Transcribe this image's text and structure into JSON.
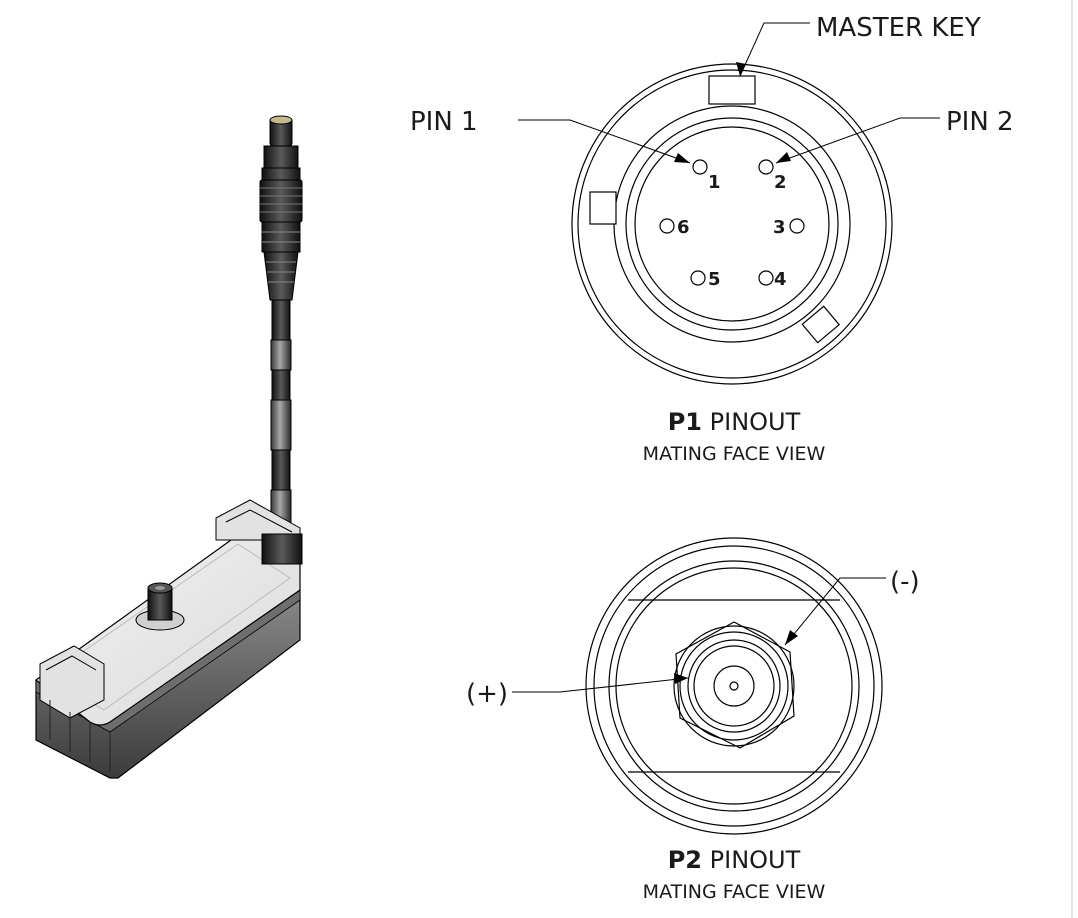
{
  "p1": {
    "master_key_label": "MASTER KEY",
    "pin1_label": "PIN 1",
    "pin2_label": "PIN 2",
    "pins": [
      "1",
      "2",
      "3",
      "4",
      "5",
      "6"
    ],
    "caption_bold": "P1",
    "caption_rest": " PINOUT",
    "caption_sub": "MATING FACE VIEW"
  },
  "p2": {
    "neg_label": "(-)",
    "pos_label": "(+)",
    "caption_bold": "P2",
    "caption_rest": " PINOUT",
    "caption_sub": "MATING FACE VIEW"
  }
}
